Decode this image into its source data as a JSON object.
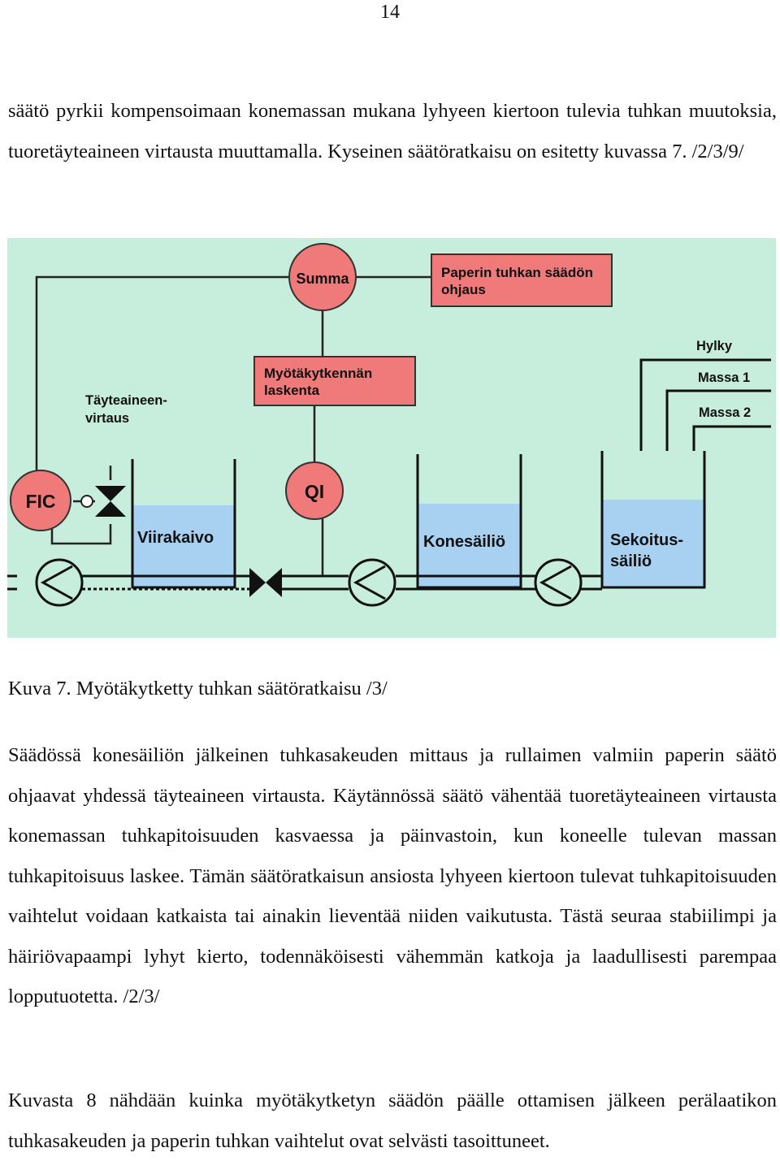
{
  "page_number": "14",
  "paragraph1": "säätö pyrkii kompensoimaan konemassan mukana lyhyeen kiertoon tulevia tuhkan muutoksia, tuoretäyteaineen virtausta muuttamalla. Kyseinen säätöratkaisu on esitetty kuvassa 7. /2/3/9/",
  "figure": {
    "labels": {
      "summa": "Summa",
      "paperin_ohjaus_1": "Paperin tuhkan säädön",
      "paperin_ohjaus_2": "ohjaus",
      "myotakytkenta_1": "Myötäkytkennän",
      "myotakytkenta_2": "laskenta",
      "tayteaine_1": "Täyteaineen-",
      "tayteaine_2": "virtaus",
      "fic": "FIC",
      "qi": "QI",
      "viirakaivo": "Viirakaivo",
      "konesailio": "Konesäiliö",
      "sekoitus_1": "Sekoitus-",
      "sekoitus_2": "säiliö",
      "hylky": "Hylky",
      "massa1": "Massa 1",
      "massa2": "Massa 2"
    },
    "colors": {
      "background": "#c7eddc",
      "red": "#f07a7a",
      "tank": "#a8d0f0"
    }
  },
  "caption": "Kuva 7. Myötäkytketty tuhkan säätöratkaisu /3/",
  "paragraph2": "Säädössä konesäiliön jälkeinen tuhkasakeuden mittaus ja rullaimen valmiin paperin säätö ohjaavat yhdessä täyteaineen virtausta. Käytännössä säätö vähentää tuoretäyteaineen virtausta konemassan tuhkapitoisuuden kasvaessa ja päinvastoin, kun koneelle tulevan massan tuhkapitoisuus laskee. Tämän säätöratkaisun ansiosta lyhyeen kiertoon tulevat tuhkapitoisuuden vaihtelut voidaan katkaista tai ainakin lieventää niiden vaikutusta. Tästä seuraa stabiilimpi ja häiriövapaampi lyhyt kierto, todennäköisesti vähemmän katkoja ja laadullisesti parempaa lopputuotetta. /2/3/",
  "paragraph3": "Kuvasta 8 nähdään kuinka myötäkytketyn säädön päälle ottamisen jälkeen perälaatikon tuhkasakeuden ja paperin tuhkan vaihtelut ovat selvästi tasoittuneet."
}
